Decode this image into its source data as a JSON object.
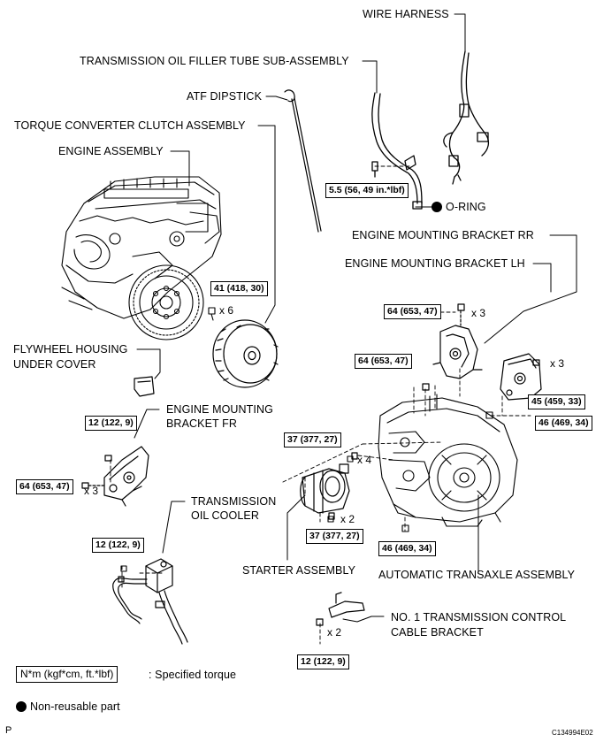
{
  "labels": {
    "wire_harness": "WIRE HARNESS",
    "filler_tube": "TRANSMISSION OIL FILLER TUBE SUB-ASSEMBLY",
    "atf_dipstick": "ATF DIPSTICK",
    "torque_converter": "TORQUE CONVERTER CLUTCH ASSEMBLY",
    "engine_assembly": "ENGINE ASSEMBLY",
    "o_ring": "O-RING",
    "bracket_rr": "ENGINE MOUNTING BRACKET RR",
    "bracket_lh": "ENGINE MOUNTING BRACKET LH",
    "flywheel_cover_1": "FLYWHEEL HOUSING",
    "flywheel_cover_2": "UNDER COVER",
    "bracket_fr_1": "ENGINE MOUNTING",
    "bracket_fr_2": "BRACKET FR",
    "oil_cooler_1": "TRANSMISSION",
    "oil_cooler_2": "OIL COOLER",
    "starter": "STARTER ASSEMBLY",
    "transaxle": "AUTOMATIC TRANSAXLE ASSEMBLY",
    "cable_bracket_1": "NO. 1 TRANSMISSION CONTROL",
    "cable_bracket_2": "CABLE BRACKET"
  },
  "torques": {
    "filler_tube": "5.5 (56, 49 in.*lbf)",
    "converter": "41 (418, 30)",
    "rr_top": "64 (653, 47)",
    "rr_mid": "64 (653, 47)",
    "lh": "45 (459, 33)",
    "transaxle_right": "46 (469, 34)",
    "starter_top": "37 (377, 27)",
    "starter_bottom": "37 (377, 27)",
    "transaxle_bottom": "46 (469, 34)",
    "fr_top": "12 (122, 9)",
    "fr_left": "64 (653, 47)",
    "cooler": "12 (122, 9)",
    "cable_bracket": "12 (122, 9)"
  },
  "quantities": {
    "converter": "x 6",
    "rr_top": "x 3",
    "lh": "x 3",
    "starter_top": "x 4",
    "starter_bottom": "x 2",
    "fr": "x 3",
    "cable_bracket": "x 2"
  },
  "legend": {
    "torque_unit": "N*m (kgf*cm, ft.*lbf)",
    "torque_desc": ": Specified torque",
    "nonreusable": "Non-reusable part"
  },
  "footer": {
    "page_mark": "P",
    "figure_code": "C134994E02"
  }
}
